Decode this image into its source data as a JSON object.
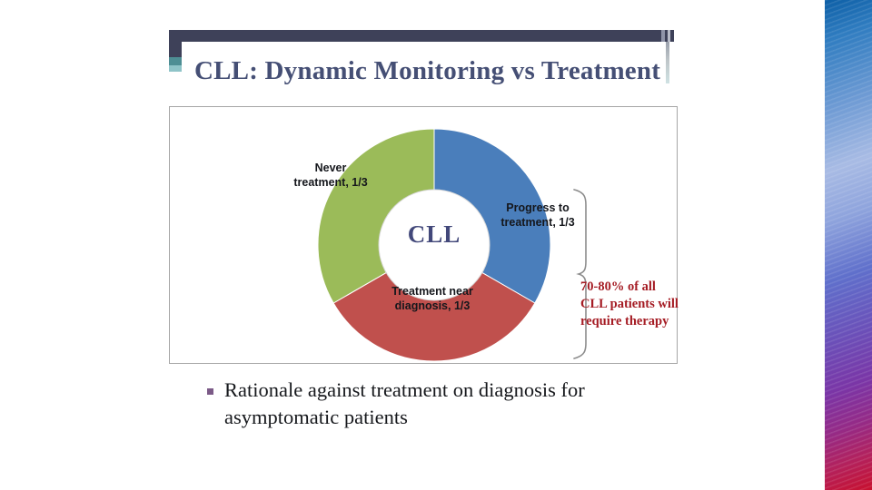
{
  "slide": {
    "title": "CLL: Dynamic Monitoring vs Treatment",
    "center_label": "CLL",
    "bullet": "Rationale against treatment on diagnosis for asymptomatic patients",
    "annotation": "70-80% of all CLL patients will require therapy",
    "bullet_marker": "square-bullet-icon"
  },
  "colors": {
    "blue": "#4a7ebb",
    "red": "#c0504d",
    "green": "#9bbb59",
    "title": "#454f75",
    "annotation": "#a51c24",
    "band": "#3e4159",
    "teal": "#4e8e94",
    "bullet": "#7b5a87"
  },
  "chart_data": {
    "type": "pie",
    "title": "",
    "variant": "donut",
    "hole_ratio": 0.46,
    "start_angle_deg": 0,
    "direction": "clockwise",
    "legend": "none",
    "labels": [
      "Progress to treatment, 1/3",
      "Treatment near diagnosis, 1/3",
      "Never treatment, 1/3"
    ],
    "values": [
      33.3,
      33.3,
      33.3
    ],
    "fractions": [
      "1/3",
      "1/3",
      "1/3"
    ],
    "colors": [
      "#4a7ebb",
      "#c0504d",
      "#9bbb59"
    ],
    "slices": [
      {
        "name": "Progress to treatment",
        "label_line1": "Progress to",
        "label_line2": "treatment,  1/3",
        "value": 33.3,
        "fraction": "1/3",
        "color": "#4a7ebb",
        "start_deg": 0,
        "end_deg": 120
      },
      {
        "name": "Treatment near diagnosis",
        "label_line1": "Treatment near",
        "label_line2": "diagnosis,  1/3",
        "value": 33.3,
        "fraction": "1/3",
        "color": "#c0504d",
        "start_deg": 120,
        "end_deg": 240
      },
      {
        "name": "Never treatment",
        "label_line1": "Never",
        "label_line2": "treatment, 1/3",
        "value": 33.3,
        "fraction": "1/3",
        "color": "#9bbb59",
        "start_deg": 240,
        "end_deg": 360
      }
    ],
    "center_text": "CLL",
    "annotation": {
      "text": "70-80% of all CLL patients will require therapy",
      "covers_slices": [
        "Progress to treatment",
        "Treatment near diagnosis"
      ],
      "color": "#a51c24"
    }
  }
}
